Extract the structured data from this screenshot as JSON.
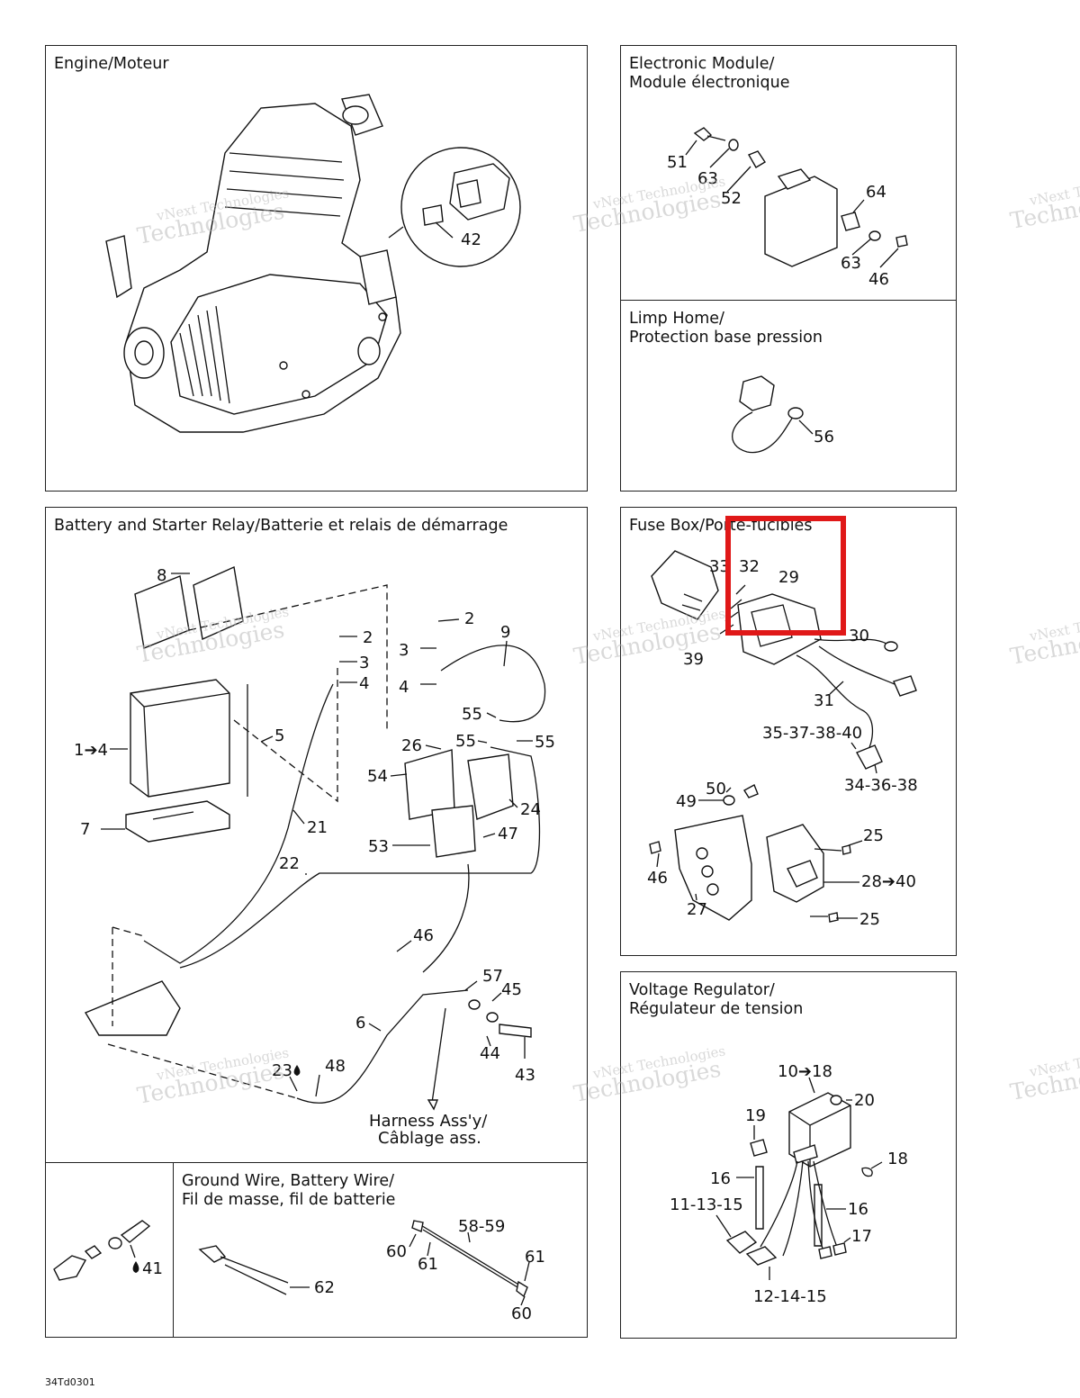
{
  "panels": {
    "engine": {
      "title": "Engine/Moteur"
    },
    "electronic_module": {
      "title": "Electronic Module/\nModule électronique"
    },
    "limp_home": {
      "title": "Limp Home/\nProtection base pression"
    },
    "battery": {
      "title": "Battery and Starter Relay/Batterie et relais de démarrage"
    },
    "fuse_box": {
      "title": "Fuse Box/Porte-fucibles"
    },
    "ground_wire": {
      "title": "Ground Wire, Battery Wire/\nFil de masse, fil de batterie"
    },
    "voltage_regulator": {
      "title": "Voltage Regulator/\nRégulateur de tension"
    }
  },
  "callouts": {
    "engine": [
      "42"
    ],
    "electronic_module": [
      "51",
      "63",
      "52",
      "64",
      "63",
      "46"
    ],
    "limp_home": [
      "56"
    ],
    "battery": [
      "8",
      "2",
      "3",
      "4",
      "5",
      "1➔4",
      "7",
      "21",
      "2",
      "3",
      "4",
      "9",
      "55",
      "26",
      "55",
      "55",
      "54",
      "24",
      "47",
      "53",
      "22",
      "46",
      "57",
      "45",
      "6",
      "44",
      "43",
      "23",
      "48"
    ],
    "harness_note": "Harness Ass'y/\nCâblage ass.",
    "ground_connector": [
      "41"
    ],
    "ground_wire": [
      "62",
      "58-59",
      "60",
      "61",
      "61",
      "60"
    ],
    "fuse_box": [
      "33",
      "32",
      "29",
      "30",
      "39",
      "31",
      "35-37-38-40",
      "34-36-38",
      "50",
      "49",
      "25",
      "46",
      "28➔40",
      "27",
      "25"
    ],
    "voltage_regulator": [
      "10➔18",
      "20",
      "19",
      "18",
      "16",
      "11-13-15",
      "16",
      "17",
      "12-14-15"
    ]
  },
  "watermark": {
    "line1": "vNext Technologies",
    "line2": "Technologies"
  },
  "footer_code": "34Td0301",
  "colors": {
    "highlight": "#e01818",
    "line": "#111111"
  }
}
